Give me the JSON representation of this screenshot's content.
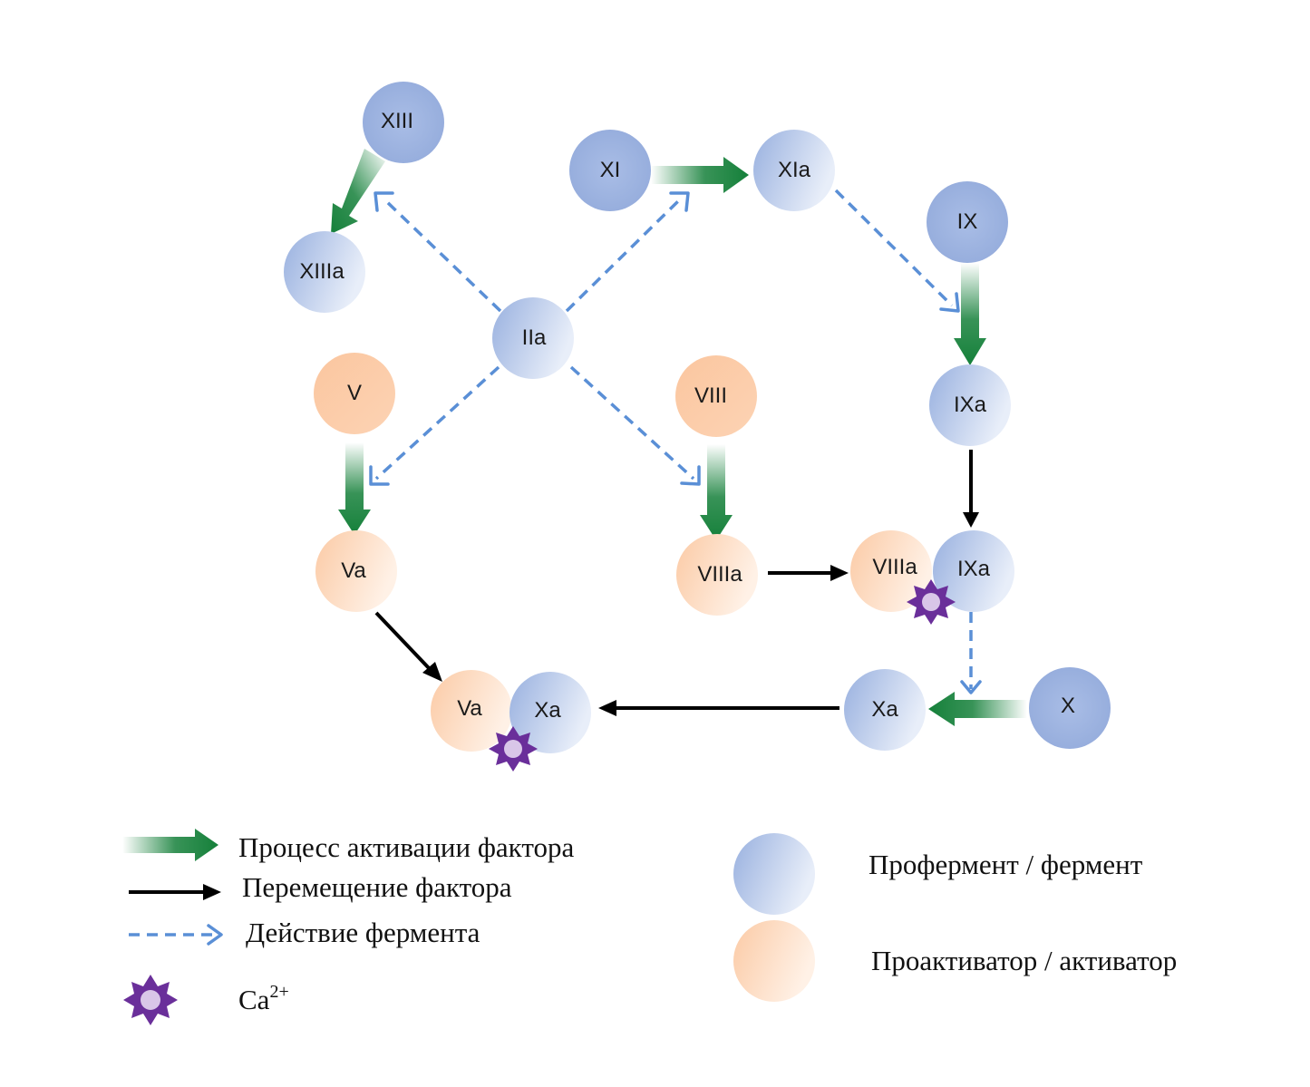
{
  "colors": {
    "enzyme_dark": "#9eb4e0",
    "enzyme_light": "#e6ecf8",
    "activator_dark": "#fbcaa5",
    "activator_light": "#fff0e4",
    "activation_arrow": "#15803a",
    "movement_arrow": "#000000",
    "enzyme_action_arrow": "#5a8fd6",
    "calcium": "#6a2f9a",
    "calcium_core": "#d9c6e8"
  },
  "nodes": {
    "XIII": "XIII",
    "XIIIa": "XIIIa",
    "XI": "XI",
    "XIa": "XIa",
    "IX": "IX",
    "IXa": "IXa",
    "IIa": "IIa",
    "V": "V",
    "Va": "Va",
    "VIII": "VIII",
    "VIIIa": "VIIIa",
    "complex_VIIIa": "VIIIa",
    "complex_IXa": "IXa",
    "complex_Va": "Va",
    "complex_Xa": "Xa",
    "Xa": "Xa",
    "X": "X"
  },
  "legend": {
    "activation": "Процесс активации фактора",
    "movement": "Перемещение фактора",
    "enzyme_action": "Действие фермента",
    "calcium_base": "Ca",
    "calcium_sup": "2+",
    "proenzyme": "Профермент / фермент",
    "proactivator": "Проактиватор / активатор"
  }
}
